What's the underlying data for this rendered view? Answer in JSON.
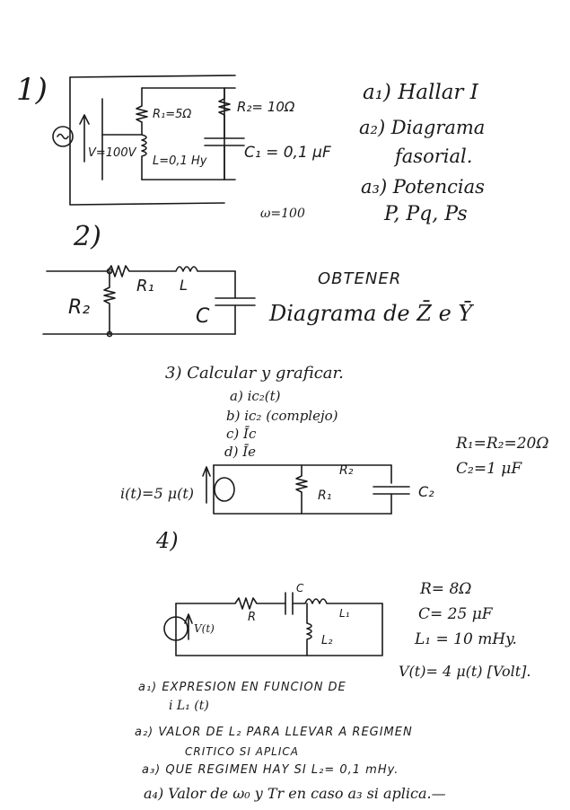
{
  "p1": {
    "num": "1)",
    "v": "V=100V",
    "r1": "R₁=5Ω",
    "r2": "R₂= 10Ω",
    "l": "L=0,1 Hy",
    "c1": "C₁ = 0,1 μF",
    "w": "ω=100",
    "a1": "a₁) Hallar I",
    "a2a": "a₂) Diagrama",
    "a2b": "fasorial.",
    "a3a": "a₃) Potencias",
    "a3b": "P, Pq, Ps"
  },
  "p2": {
    "num": "2)",
    "r1": "R₁",
    "l": "L",
    "r2": "R₂",
    "c": "C",
    "obt": "OBTENER",
    "diag": "Diagrama de Z̄ e Ȳ"
  },
  "p3": {
    "head": "3) Calcular y graficar.",
    "a": "a) ic₂(t)",
    "b": "b) ic₂ (complejo)",
    "c": "c) Īc",
    "d": "d) Īe",
    "src": "i(t)=5 μ(t)",
    "r1": "R₁",
    "r2": "R₂",
    "c2": "C₂",
    "vals1": "R₁=R₂=20Ω",
    "vals2": "C₂=1 μF"
  },
  "p4": {
    "num": "4)",
    "src": "V(t)",
    "r": "R",
    "c": "C",
    "l1": "L₁",
    "l2": "L₂",
    "v1": "R= 8Ω",
    "v2": "C= 25 μF",
    "v3": "L₁ = 10 mHy.",
    "v4": "V(t)= 4 μ(t) [Volt].",
    "a1a": "a₁) EXPRESION EN FUNCION DE",
    "a1b": "i L₁ (t)",
    "a2a": "a₂) VALOR DE L₂ PARA LLEVAR A REGIMEN",
    "a2b": "CRITICO SI APLICA",
    "a3": "a₃) QUE REGIMEN HAY SI L₂= 0,1 mHy.",
    "a4": "a₄) Valor de ω₀ y Tr en caso a₃ si aplica.—"
  }
}
